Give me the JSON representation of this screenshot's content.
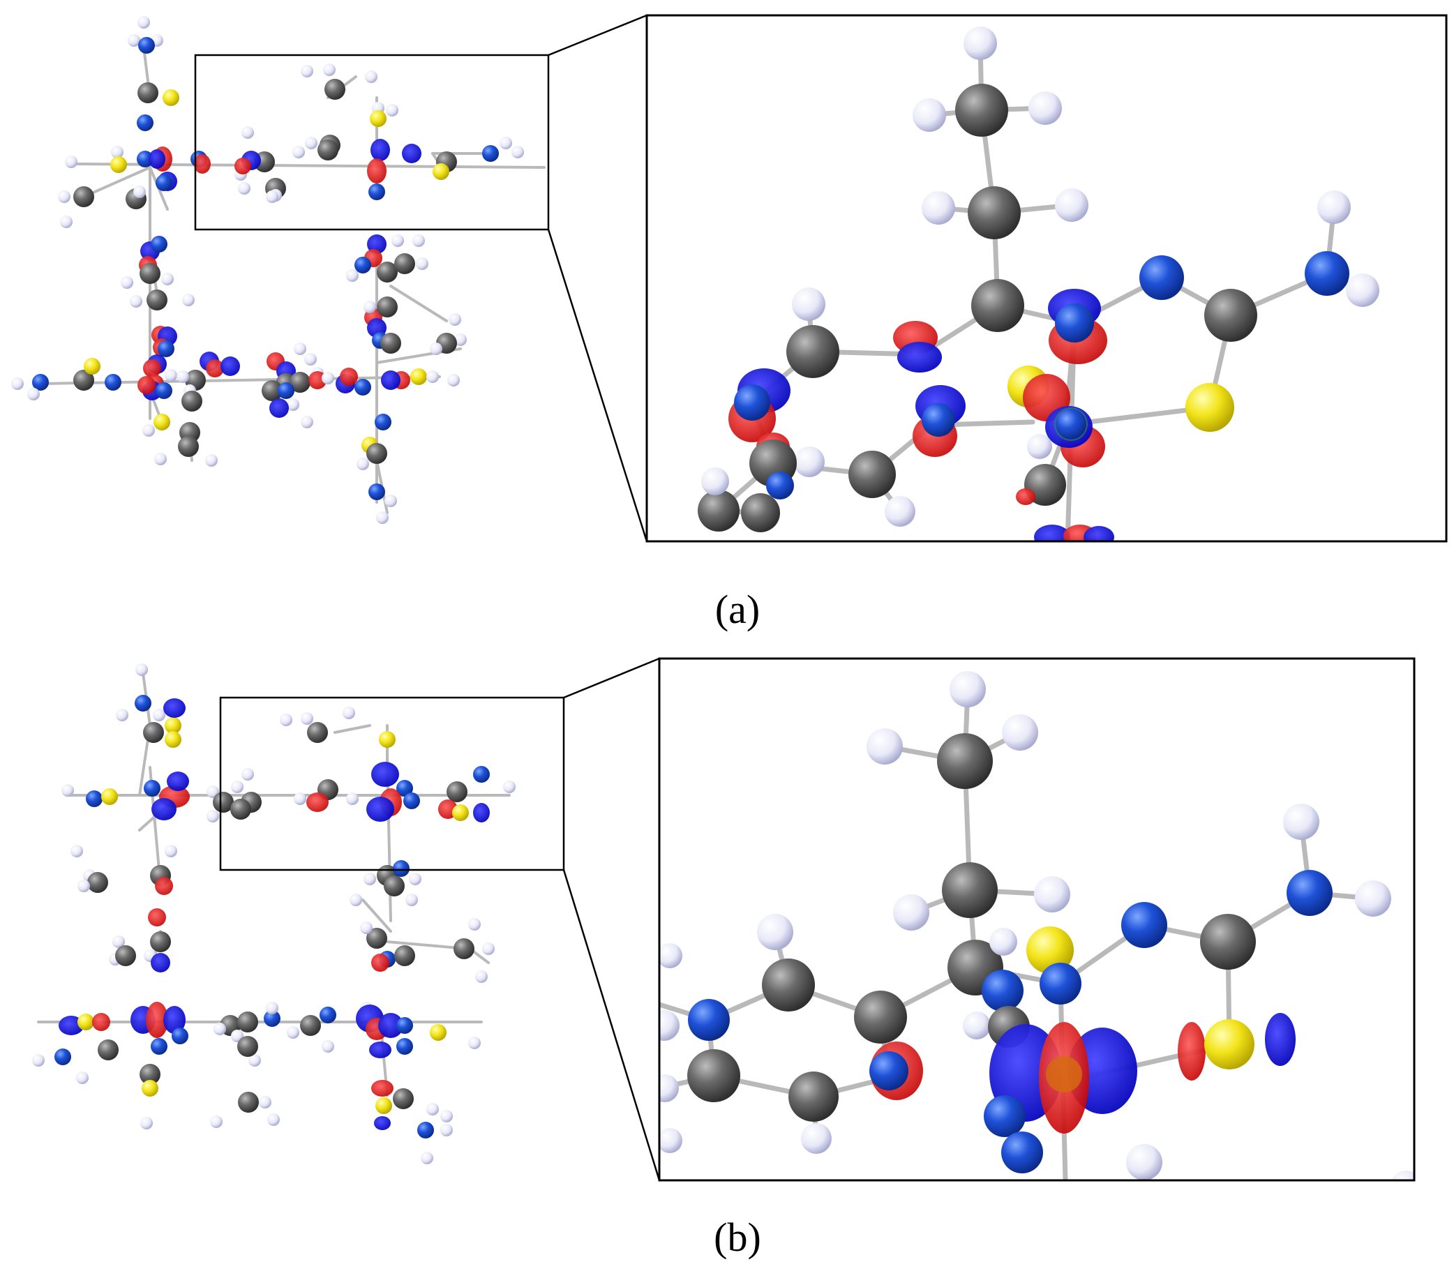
{
  "figure": {
    "panels": [
      {
        "id": "a",
        "label": "(a)"
      },
      {
        "id": "b",
        "label": "(b)"
      }
    ],
    "colors": {
      "carbon": "#5a5a5a",
      "nitrogen": "#1f4fd6",
      "hydrogen": "#e6e8f7",
      "sulfur": "#f2e21a",
      "bond": "#bdbdbd",
      "lobe_positive": "#1010dd",
      "lobe_negative": "#e01010",
      "frame": "#000000"
    }
  }
}
